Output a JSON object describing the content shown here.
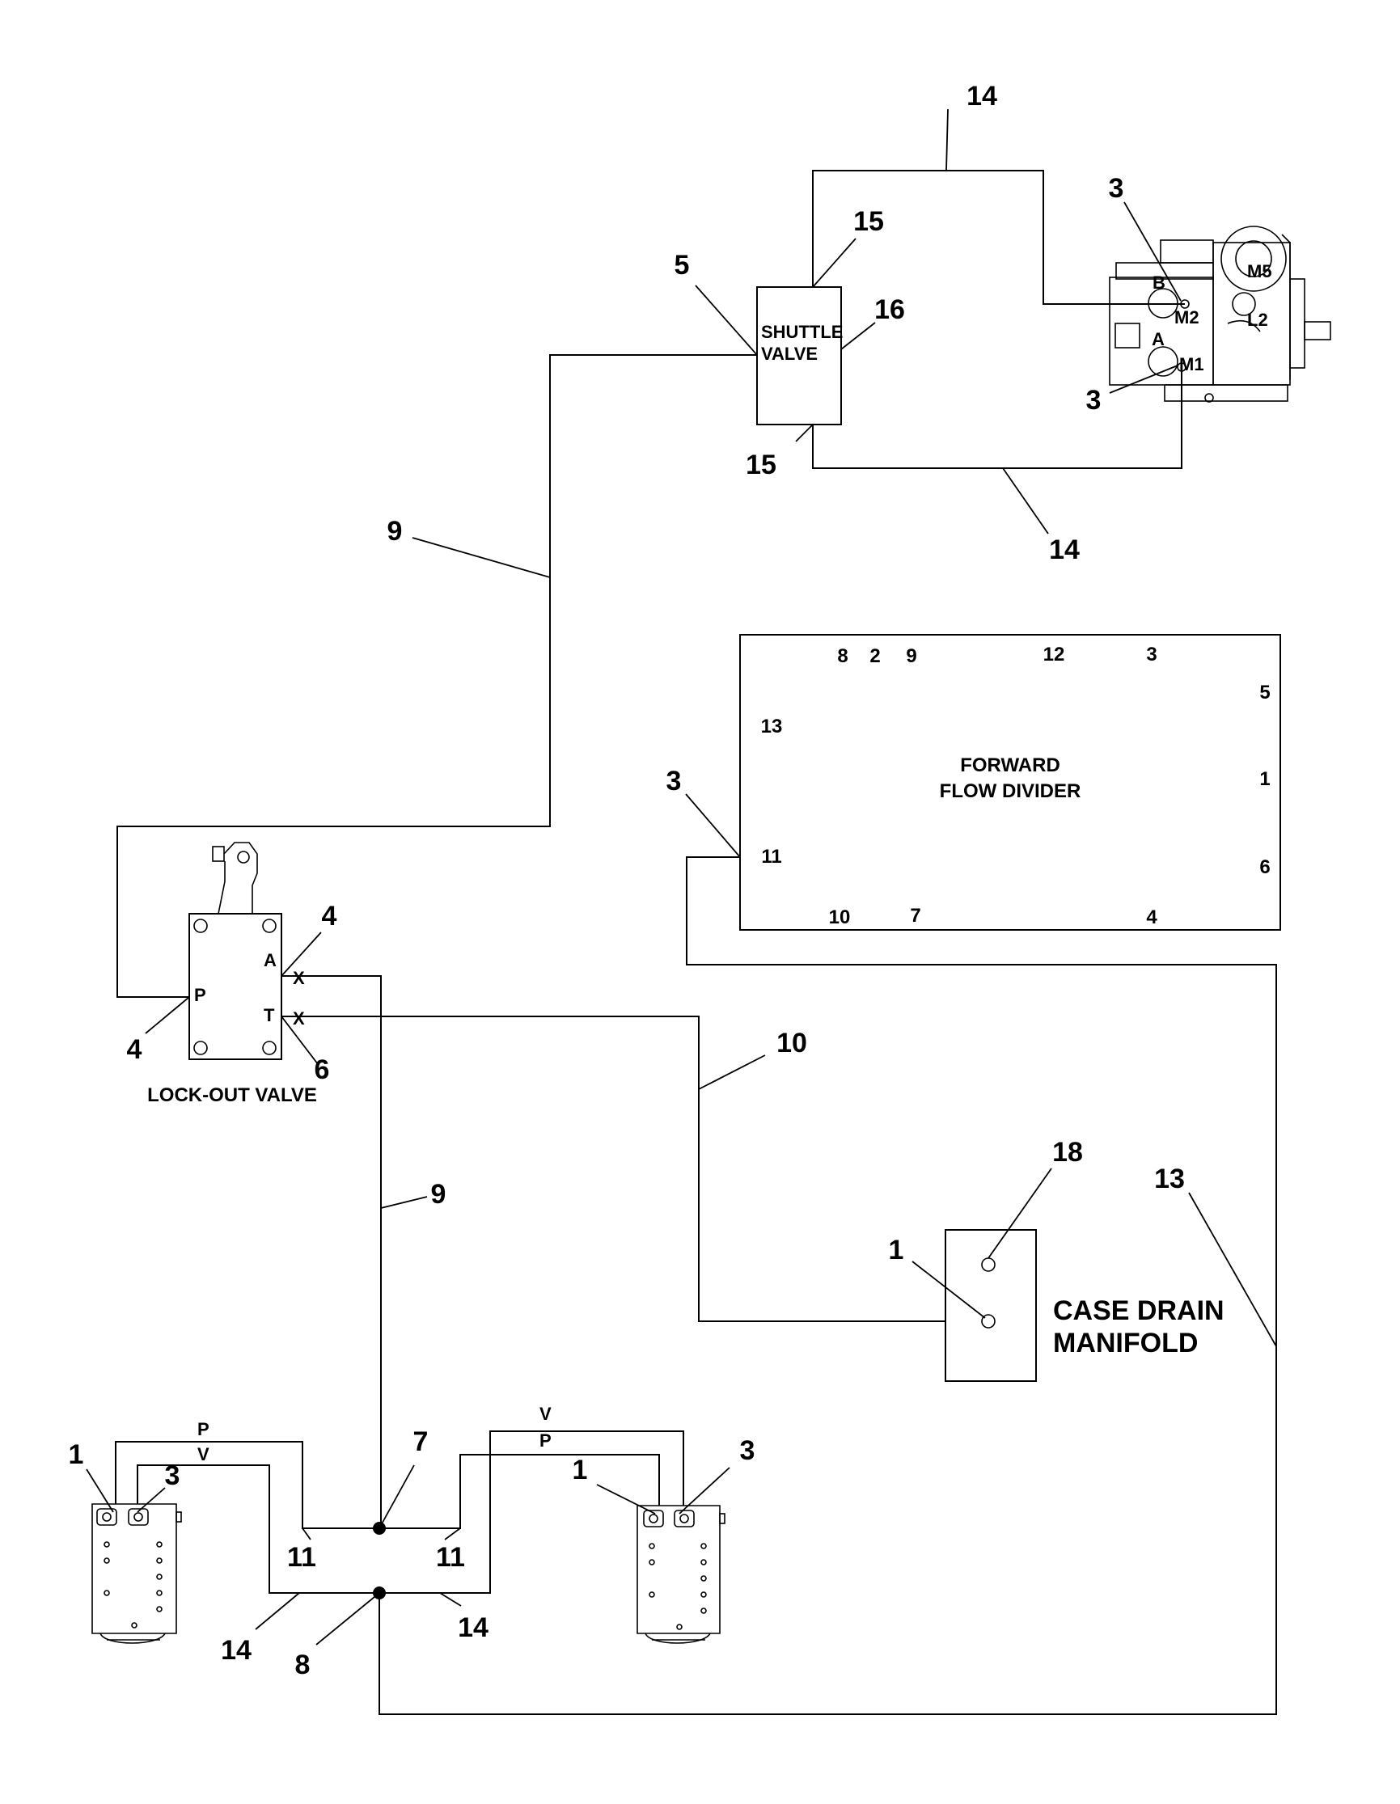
{
  "components": {
    "shuttle_valve": [
      "SHUTTLE",
      "VALVE"
    ],
    "lockout_valve": "LOCK-OUT VALVE",
    "flow_divider": [
      "FORWARD",
      "FLOW DIVIDER"
    ],
    "case_drain": [
      "CASE DRAIN",
      "MANIFOLD"
    ]
  },
  "pump_ports": {
    "B": "B",
    "A": "A",
    "M2": "M2",
    "M1": "M1",
    "M5": "M5",
    "L2": "L2"
  },
  "lockout_ports": {
    "A": "A",
    "P": "P",
    "T": "T",
    "xa": "X",
    "xt": "X"
  },
  "flow_divider_ports": {
    "top": [
      "8",
      "2",
      "9",
      "12",
      "3"
    ],
    "right": [
      "5",
      "1",
      "6"
    ],
    "left": [
      "13",
      "11"
    ],
    "bottom": [
      "10",
      "7",
      "4"
    ]
  },
  "motor_ports": {
    "left": {
      "upper": "P",
      "lower": "V"
    },
    "right": {
      "upper": "V",
      "lower": "P"
    }
  },
  "callouts": [
    "14",
    "3",
    "15",
    "5",
    "16",
    "3",
    "15",
    "14",
    "9",
    "3",
    "4",
    "4",
    "6",
    "10",
    "18",
    "13",
    "1",
    "9",
    "7",
    "1",
    "3",
    "11",
    "11",
    "14",
    "8",
    "14",
    "1",
    "3"
  ]
}
